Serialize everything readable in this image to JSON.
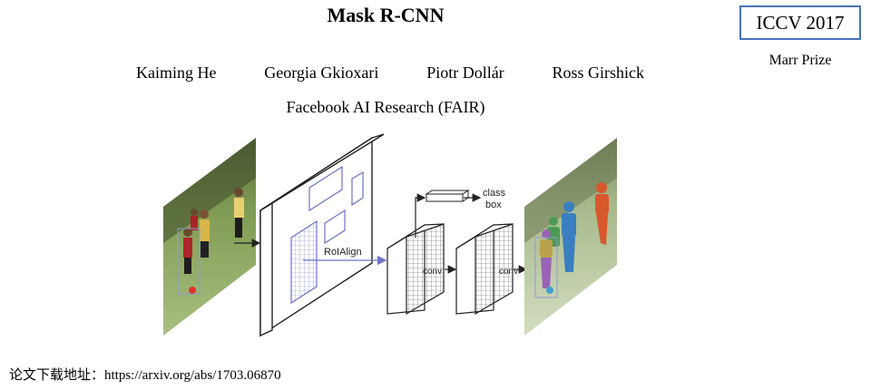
{
  "paper": {
    "title": "Mask R-CNN",
    "authors": [
      "Kaiming He",
      "Georgia Gkioxari",
      "Piotr Dollár",
      "Ross Girshick"
    ],
    "affiliation": "Facebook AI Research (FAIR)"
  },
  "venue": {
    "label": "ICCV 2017",
    "award": "Marr Prize"
  },
  "diagram": {
    "roi_label": "RoIAlign",
    "conv_label_1": "conv",
    "conv_label_2": "conv",
    "head_label_class": "class",
    "head_label_box": "box"
  },
  "footer": {
    "text": "论文下载地址：https://arxiv.org/abs/1703.06870"
  },
  "colors": {
    "venue_border": "#4a72b8",
    "roi_arrow": "#6d73c8"
  }
}
